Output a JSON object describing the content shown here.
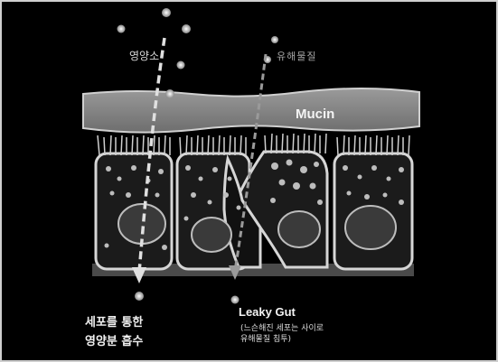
{
  "labels": {
    "nutrient": "영양소",
    "toxin": "유해물질",
    "mucin": "Mucin",
    "cell_absorption_line1": "세포를 통한",
    "cell_absorption_line2": "영양분 흡수",
    "leaky_gut_title": "Leaky Gut",
    "leaky_gut_sub_line1": "(느슨해진 세포는 사이로",
    "leaky_gut_sub_line2": "유해물질 침투)"
  },
  "colors": {
    "background": "#000000",
    "frame_border": "#cfcfcf",
    "mucin_fill": "#8a8a8a",
    "cell_outline": "#d6d6d6",
    "arrow": "#e0e0e0"
  }
}
